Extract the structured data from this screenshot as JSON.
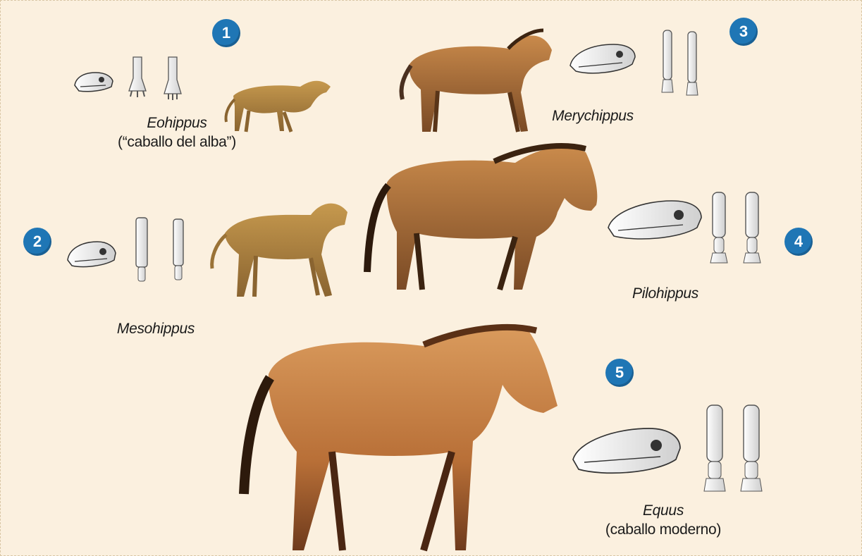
{
  "stages": [
    {
      "number": "1",
      "name": "Eohippus",
      "subtitle": "(“caballo del alba”)"
    },
    {
      "number": "2",
      "name": "Mesohippus",
      "subtitle": ""
    },
    {
      "number": "3",
      "name": "Merychippus",
      "subtitle": ""
    },
    {
      "number": "4",
      "name": "Pilohippus",
      "subtitle": ""
    },
    {
      "number": "5",
      "name": "Equus",
      "subtitle": "(caballo moderno)"
    }
  ],
  "colors": {
    "badge": "#1f76b5",
    "background": "#fbf0df",
    "horse": "#c98a4b"
  }
}
